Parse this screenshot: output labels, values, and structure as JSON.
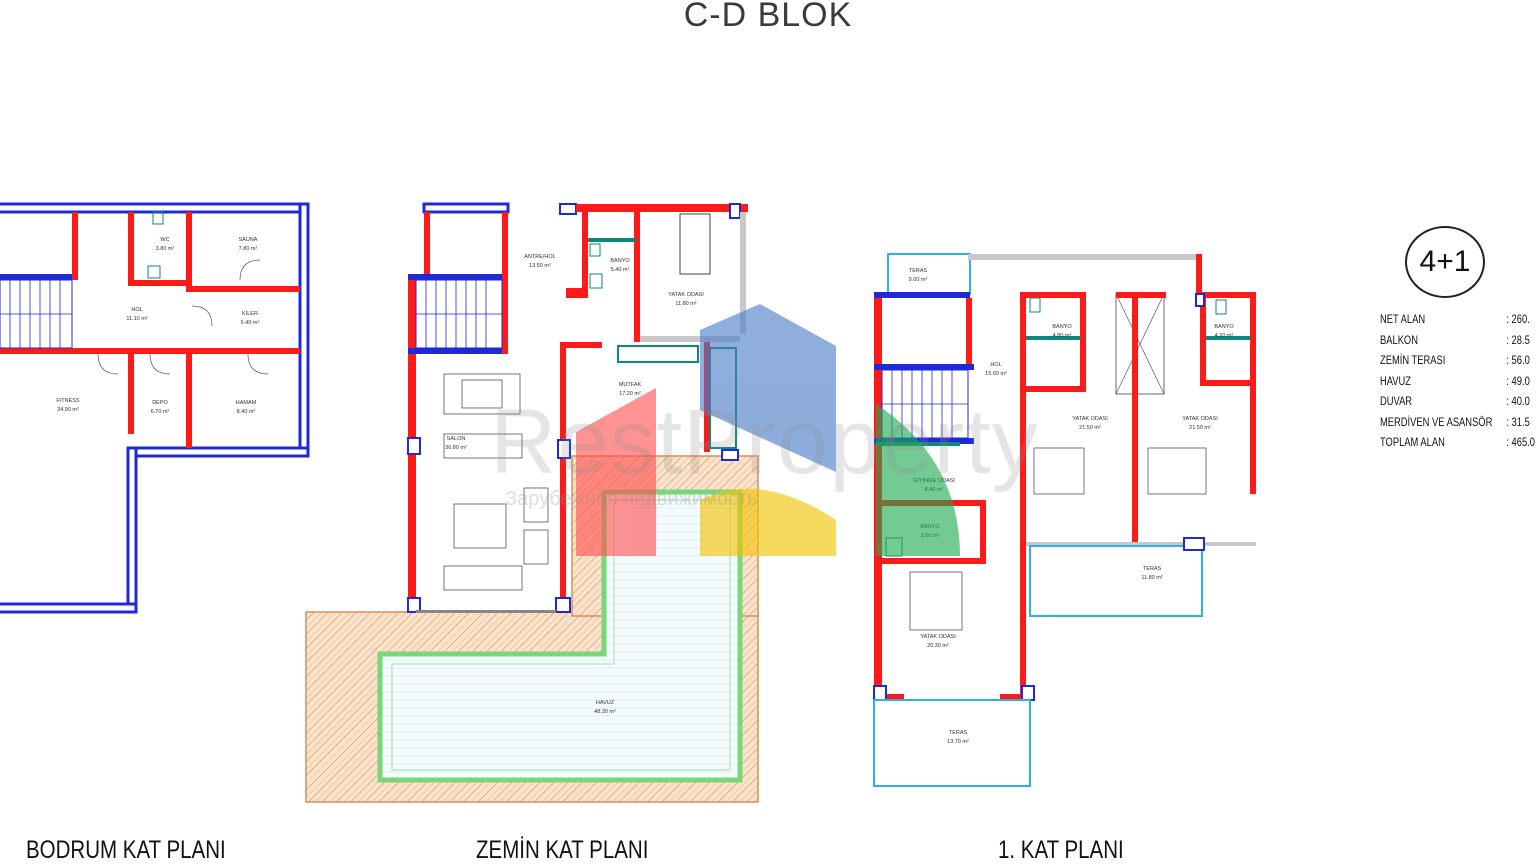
{
  "title": "C-D BLOK",
  "plans": {
    "basement": "BODRUM KAT PLANI",
    "ground": "ZEMİN KAT PLANI",
    "first": "1. KAT PLANI"
  },
  "unit_type": "4+1",
  "summary": [
    {
      "label": "NET ALAN",
      "value": ": 260."
    },
    {
      "label": "BALKON",
      "value": ": 28.5"
    },
    {
      "label": "ZEMİN TERASI",
      "value": ": 56.0"
    },
    {
      "label": "HAVUZ",
      "value": ": 49.0"
    },
    {
      "label": "DUVAR",
      "value": ": 40.0"
    },
    {
      "label": "MERDİVEN VE ASANSÖR",
      "value": ": 31.5"
    },
    {
      "label": "TOPLAM ALAN",
      "value": ": 465.0"
    }
  ],
  "watermark": {
    "brand": "RestProperty",
    "tagline": "Зарубежная недвижимость"
  },
  "rooms": {
    "basement": [
      {
        "name": "WC",
        "area": "3.80 m²"
      },
      {
        "name": "SAUNA",
        "area": "7.80 m²"
      },
      {
        "name": "HOL",
        "area": "11.10 m²"
      },
      {
        "name": "KİLER",
        "area": "6.40 m²"
      },
      {
        "name": "FITNESS",
        "area": "34.90 m²"
      },
      {
        "name": "DEPO",
        "area": "6.70 m²"
      },
      {
        "name": "HAMAM",
        "area": "8.40 m²"
      }
    ],
    "ground": [
      {
        "name": "ANTRE/HOL",
        "area": "13.50 m²"
      },
      {
        "name": "BANYO",
        "area": "5.40 m²"
      },
      {
        "name": "YATAK ODASI",
        "area": "11.80 m²"
      },
      {
        "name": "MUTFAK",
        "area": "17.20 m²"
      },
      {
        "name": "SALON",
        "area": "36.80 m²"
      },
      {
        "name": "HAVUZ",
        "area": "48.30 m²"
      }
    ],
    "first": [
      {
        "name": "TERAS",
        "area": "9.00 m²"
      },
      {
        "name": "HOL",
        "area": "15.60 m²"
      },
      {
        "name": "BANYO",
        "area": "4.80 m²"
      },
      {
        "name": "BANYO",
        "area": "4.20 m²"
      },
      {
        "name": "YATAK ODASI",
        "area": "21.50 m²"
      },
      {
        "name": "YATAK ODASI",
        "area": "21.50 m²"
      },
      {
        "name": "GİYİNME ODASI",
        "area": "8.40 m²"
      },
      {
        "name": "BANYO",
        "area": "3.60 m²"
      },
      {
        "name": "TERAS",
        "area": "11.80 m²"
      },
      {
        "name": "YATAK ODASI",
        "area": "20.30 m²"
      },
      {
        "name": "TERAS",
        "area": "13.70 m²"
      }
    ]
  }
}
